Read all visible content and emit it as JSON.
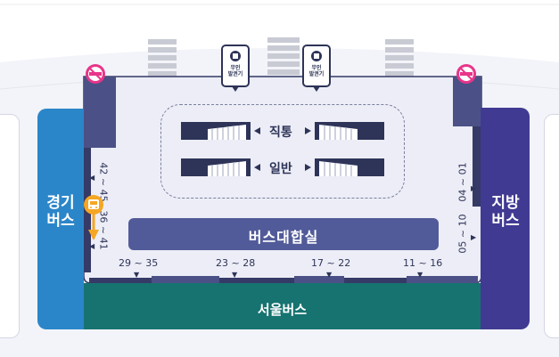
{
  "zones": {
    "gyeonggi": "경기\n버스",
    "jibang": "지방\n버스",
    "seoul": "서울버스",
    "lounge": "버스대합실"
  },
  "lanes": {
    "direct": "직통",
    "general": "일반"
  },
  "kiosks": [
    {
      "line1": "무인",
      "line2": "발권기"
    },
    {
      "line1": "무인",
      "line2": "발권기"
    }
  ],
  "gates_bottom": [
    "29 ~ 35",
    "23 ~ 28",
    "17 ~ 22",
    "11 ~ 16"
  ],
  "gates_left": [
    "42 ~ 45",
    "36 ~ 41"
  ],
  "gates_right": [
    "04 ~ 01",
    "05 ~ 10"
  ],
  "icons": [
    "no-smoking-icon",
    "bus-stop-marker-icon",
    "ticket-kiosk-icon",
    "escalator-icon",
    "stairs-icon"
  ],
  "colors": {
    "gyeonggi": "#2b86c9",
    "jibang": "#413a92",
    "seoul": "#167370",
    "lounge": "#525b99",
    "platform": "#ecedf6",
    "marker": "#f5a623",
    "no_smoking": "#e8358a"
  }
}
